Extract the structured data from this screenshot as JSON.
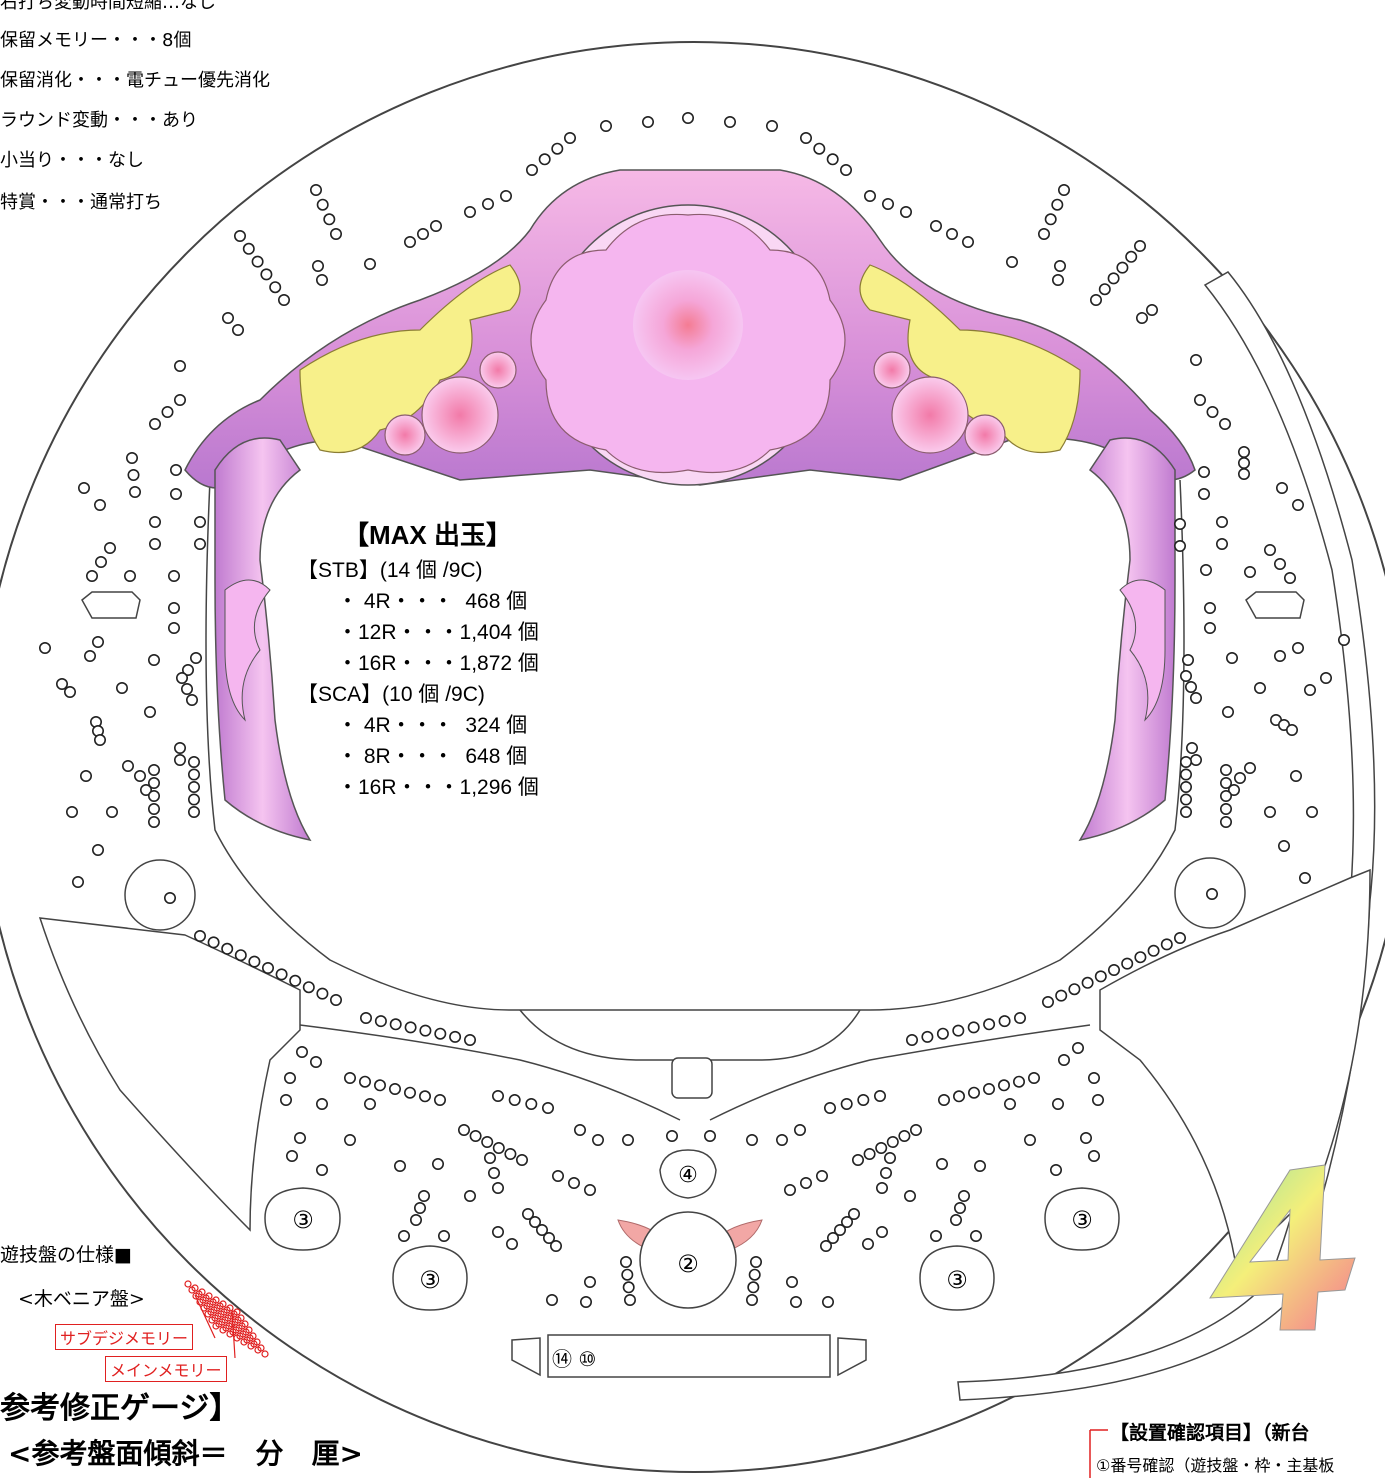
{
  "spec_lines": [
    "右打ち変動時間短縮…なし",
    "保留メモリー・・・8個",
    "保留消化・・・電チュー優先消化",
    "ラウンド変動・・・あり",
    "小当り・・・なし",
    "特賞・・・通常打ち"
  ],
  "max_payout": {
    "title": "【MAX 出玉】",
    "groups": [
      {
        "header": "【STB】(14 個 /9C)",
        "rows": [
          "・ 4R・・・  468 個",
          "・12R・・・1,404 個",
          "・16R・・・1,872 個"
        ]
      },
      {
        "header": "【SCA】(10 個 /9C)",
        "rows": [
          "・ 4R・・・  324 個",
          "・ 8R・・・  648 個",
          "・16R・・・1,296 個"
        ]
      }
    ]
  },
  "part_labels": {
    "start_pocket": "②",
    "upper_pocket": "④",
    "side_pocket": "③",
    "attacker": "⑭ ⑩"
  },
  "board_spec": {
    "title": "遊技盤の仕様■",
    "veneer": "<木ベニア盤>",
    "sub_memory": "サブデジメモリー",
    "main_memory": "メインメモリー"
  },
  "gauge": {
    "title": "参考修正ゲージ】",
    "tilt": "<参考盤面傾斜＝　分　厘>"
  },
  "install": {
    "title": "【設置確認項目】（新台",
    "item1": "①番号確認（遊技盤・枠・主基板"
  },
  "colors": {
    "pink_light": "#f8c8f0",
    "pink_mid": "#e38ad8",
    "purple": "#c689d9",
    "yellow": "#f7f08a",
    "rose_center": "#f47c93",
    "red_label": "#e02020"
  },
  "logo_glyph": "4"
}
